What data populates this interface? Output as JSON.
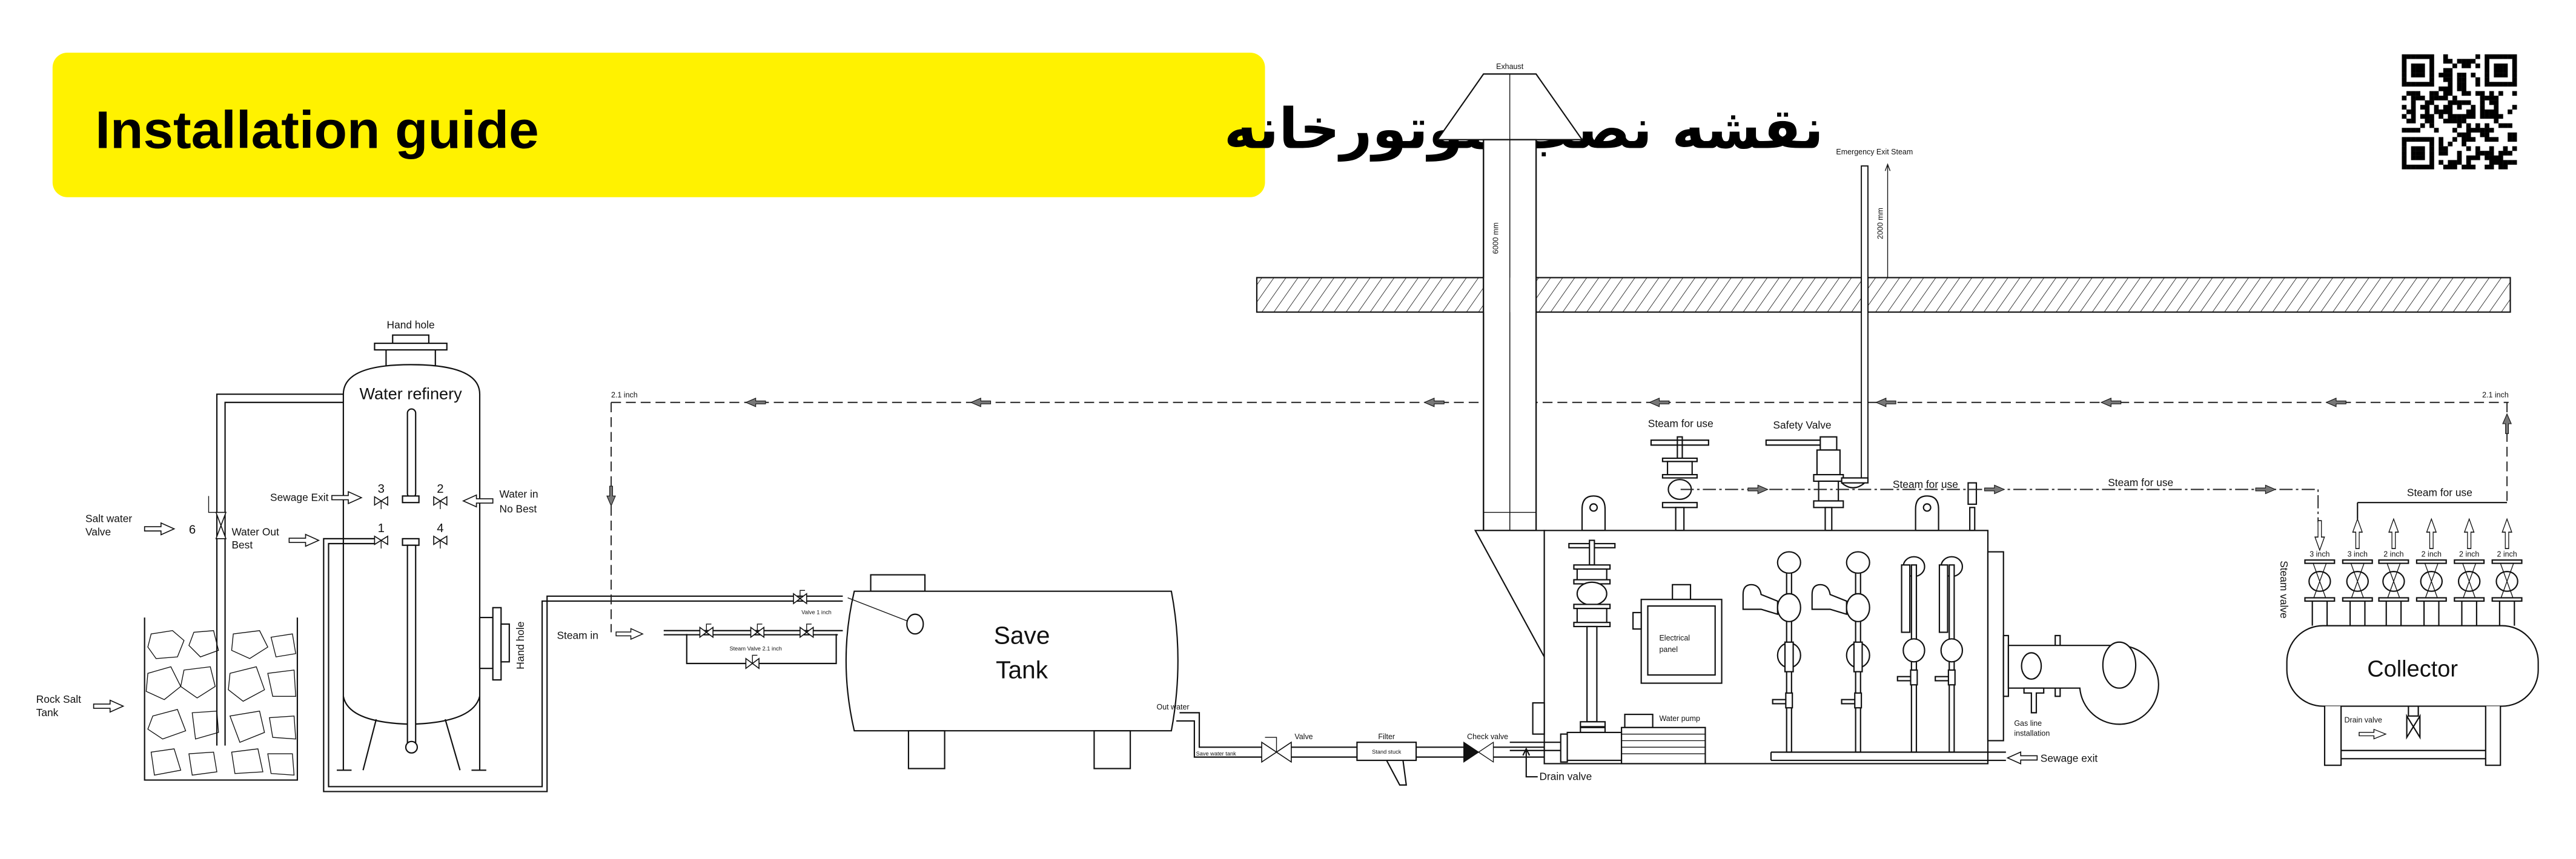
{
  "header": {
    "title_en": "Installation guide",
    "title_fa": "نقشه نصب موتورخانه",
    "background_color": "#FFF200"
  },
  "qr_code": {
    "icon": "qr-code-icon"
  },
  "water_refinery": {
    "title": "Water refinery",
    "hand_hole_top": "Hand hole",
    "hand_hole_side": "Hand hole",
    "sewage_exit": "Sewage Exit",
    "water_in_line1": "Water in",
    "water_in_line2": "No Best",
    "water_out_line1": "Water Out",
    "water_out_line2": "Best",
    "valve_numbers": [
      "1",
      "2",
      "3",
      "4",
      "6"
    ]
  },
  "salt_tank": {
    "salt_water_line1": "Salt water",
    "salt_water_line2": "Valve",
    "rock_salt_line1": "Rock Salt",
    "rock_salt_line2": "Tank"
  },
  "steam_line": {
    "size_left": "2.1 inch",
    "size_right": "2.1 inch",
    "steam_in": "Steam in"
  },
  "save_tank": {
    "title_line1": "Save",
    "title_line2": "Tank",
    "valve_1_inch": "Valve 1 inch",
    "steam_valve": "Steam Valve 2.1 inch",
    "out_water": "Out water",
    "save_water_tank": "Save water tank",
    "valve": "Valve",
    "filter": "Filter",
    "stand_stuck": "Stand stuck",
    "check_valve": "Check valve"
  },
  "boiler": {
    "exhaust": "Exhaust",
    "exhaust_height": "6000 mm",
    "emergency_exit": "Emergency Exit Steam",
    "emergency_height": "2000 mm",
    "steam_for_use_1": "Steam for use",
    "safety_valve": "Safety Valve",
    "steam_for_use_2": "Steam for use",
    "steam_for_use_3": "Steam for use",
    "electrical_line1": "Electrical",
    "electrical_line2": "panel",
    "water_pump": "Water pump",
    "drain_valve": "Drain valve",
    "gas_line_line1": "Gas line",
    "gas_line_line2": "installation",
    "sewage_exit": "Sewage exit"
  },
  "collector": {
    "title": "Collector",
    "steam_for_use": "Steam for use",
    "steam_valve": "Steam valve",
    "drain_valve": "Drain valve",
    "valve_sizes": [
      "3 inch",
      "3 inch",
      "2 inch",
      "2 inch",
      "2 inch",
      "2 inch"
    ]
  }
}
